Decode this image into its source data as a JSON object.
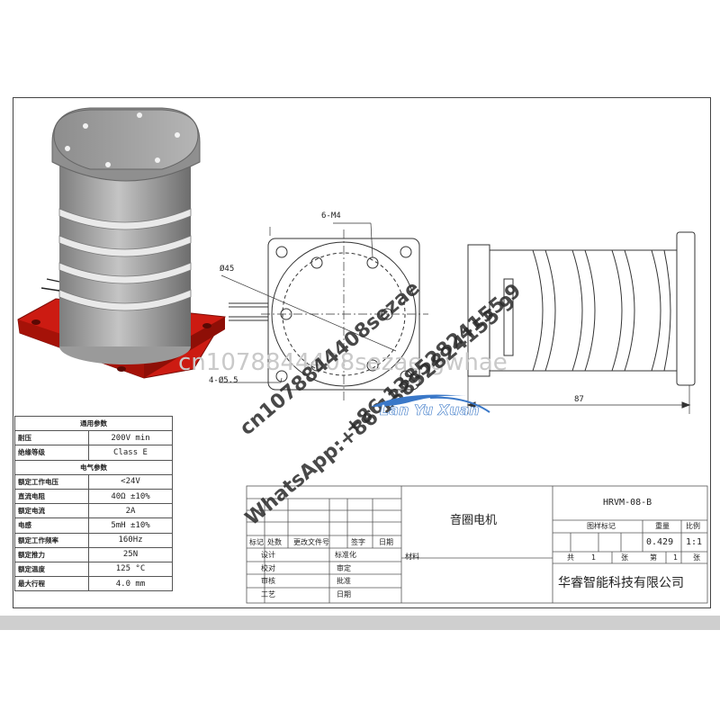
{
  "drawing": {
    "thread_label": "6-M4",
    "dia_label": "Ø45",
    "holes_label": "4-Ø5.5",
    "length_label": "87"
  },
  "specs": {
    "section_general": "通用参数",
    "section_electrical": "电气参数",
    "rows_general": [
      {
        "label": "耐压",
        "value": "200V min"
      },
      {
        "label": "绝缘等级",
        "value": "Class E"
      }
    ],
    "rows_electrical": [
      {
        "label": "额定工作电压",
        "value": "<24V"
      },
      {
        "label": "直流电阻",
        "value": "40Ω ±10%"
      },
      {
        "label": "额定电流",
        "value": "2A"
      },
      {
        "label": "电感",
        "value": "5mH ±10%"
      },
      {
        "label": "额定工作频率",
        "value": "160Hz"
      },
      {
        "label": "额定推力",
        "value": "25N"
      },
      {
        "label": "额定温度",
        "value": "125 °C"
      },
      {
        "label": "最大行程",
        "value": "4.0 mm"
      }
    ]
  },
  "title_block": {
    "part_name": "音圈电机",
    "drawing_no": "HRVM-08-B",
    "stage_label": "图样标记",
    "weight_label": "重量",
    "scale_label": "比例",
    "weight_value": "0.429",
    "scale_value": "1:1",
    "total_label": "共",
    "total_value": "1",
    "sheet_unit": "张",
    "page_label": "第",
    "page_value": "1",
    "company": "华睿智能科技有限公司",
    "material_label": "材料",
    "revision_headers": [
      "标记",
      "处数",
      "更改文件号",
      "签字",
      "日期"
    ],
    "sign_rows": [
      {
        "left": "设计",
        "right": "标准化"
      },
      {
        "left": "校对",
        "right": "审定"
      },
      {
        "left": "审核",
        "right": "批准"
      },
      {
        "left": "工艺",
        "right": "日期"
      }
    ]
  },
  "watermarks": {
    "cn_id": "cn1078844408sezae",
    "phone": "+86 13852824155 9",
    "whatsapp": "WhatsApp:+86 13852824155 9",
    "logo_text": "Lan Yu Xuan",
    "gray_line": "cn1078844408sezae gwhae"
  },
  "colors": {
    "base_red": "#cc1b12",
    "body_gray": "#a9a9a9",
    "watermark_dark": "#2a2a2a",
    "watermark_blue": "#3a78c8",
    "band_gray": "#cfcfcf"
  }
}
